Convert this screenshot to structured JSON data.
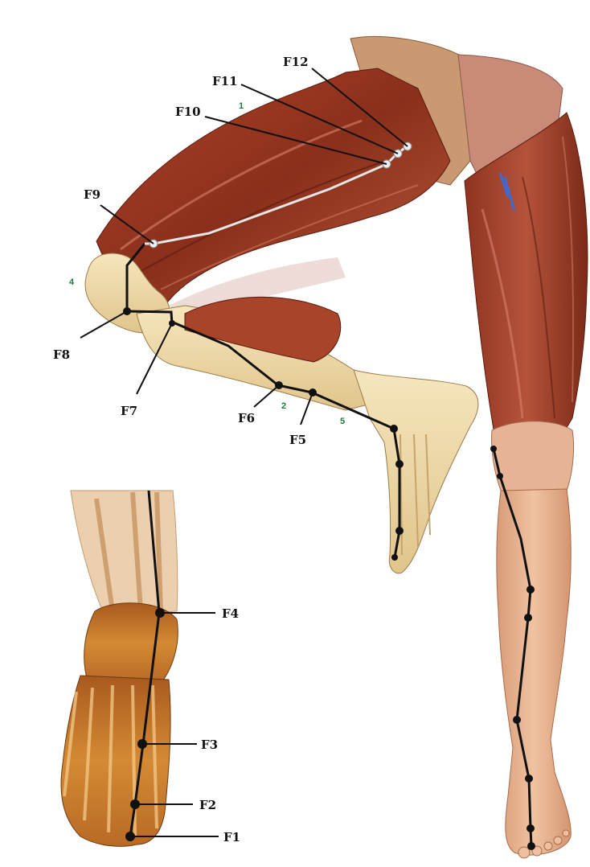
{
  "points": {
    "F1": "F1",
    "F2": "F2",
    "F3": "F3",
    "F4": "F4",
    "F5": "F5",
    "F6": "F6",
    "F7": "F7",
    "F8": "F8",
    "F9": "F9",
    "F10": "F10",
    "F11": "F11",
    "F12": "F12"
  },
  "regions": {
    "r1": "1",
    "r2": "2",
    "r4": "4",
    "r5": "5"
  },
  "colors": {
    "muscle": "#9b3a22",
    "muscle_dark": "#6e2414",
    "skin": "#e3b28f",
    "bone": "#f2dfb0",
    "foot_skeleton": "#c07a2a",
    "meridian_line": "#111111",
    "upper_line": "#e8e8e8"
  }
}
